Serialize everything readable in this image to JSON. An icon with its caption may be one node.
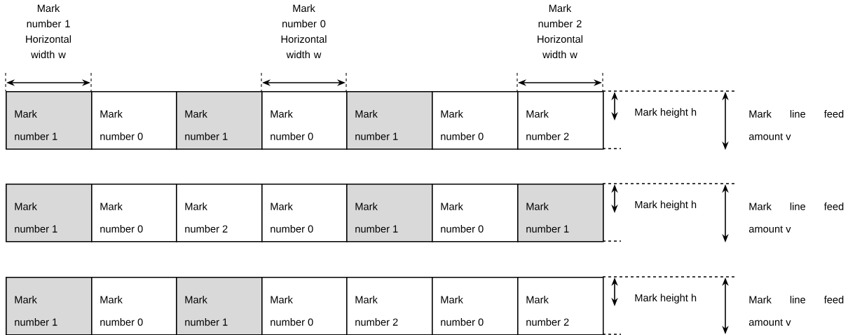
{
  "diagram": {
    "nodes": [
      {
        "text": [
          "Mark number 1"
        ]
      },
      {
        "text": [
          "Mark number 0"
        ]
      },
      {
        "text": [
          "Mark number 1"
        ]
      },
      {
        "text": [
          "Mark number 0"
        ]
      },
      {
        "text": [
          "Mark number 1"
        ]
      },
      {
        "text": [
          "Mark number 0"
        ]
      },
      {
        "text": [
          "Mark number 2"
        ]
      },
      {
        "text": [
          "Mark number 1"
        ]
      },
      {
        "text": [
          "Mark number 0"
        ]
      },
      {
        "text": [
          "Mark number 2"
        ]
      },
      {
        "text": [
          "Mark number 0"
        ]
      },
      {
        "text": [
          "Mark number 1"
        ]
      },
      {
        "text": [
          "Mark number 0"
        ]
      },
      {
        "text": [
          "Mark number 1"
        ]
      },
      {
        "text": [
          "Mark number 1"
        ]
      },
      {
        "text": [
          "Mark number 0"
        ]
      },
      {
        "text": [
          "Mark number 1"
        ]
      },
      {
        "text": [
          "Mark number 0"
        ]
      },
      {
        "text": [
          "Mark number 2"
        ]
      },
      {
        "text": [
          "Mark number 0"
        ]
      },
      {
        "text": [
          "Mark number 2"
        ]
      }
    ],
    "labels": [
      "Mark number 1 Horizontal width w",
      "Mark number 0 Horizontal width w",
      "Mark number 2 Horizontal width w",
      "Mark height h",
      "Mark line feed amount v",
      "Mark height h",
      "Mark line feed amount v",
      "Mark height h",
      "Mark line feed amount v"
    ]
  }
}
